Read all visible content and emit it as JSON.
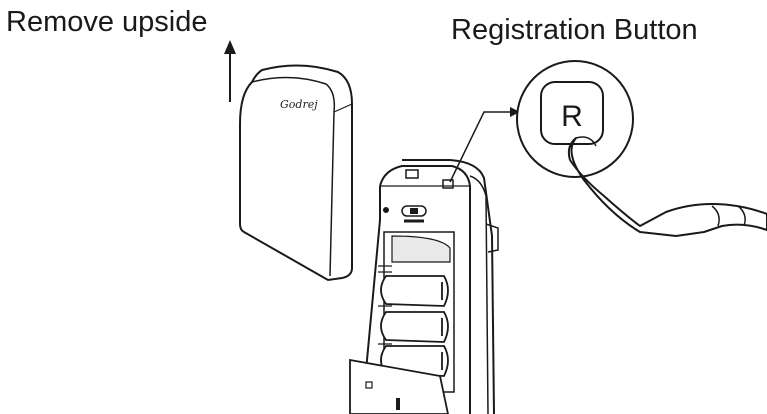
{
  "labels": {
    "remove": "Remove upside",
    "registration": "Registration Button"
  },
  "button_letter": "R",
  "cover_brand": "Godrej",
  "colors": {
    "line": "#1a1a1a",
    "background": "#ffffff",
    "shade": "#e9e9e9"
  }
}
